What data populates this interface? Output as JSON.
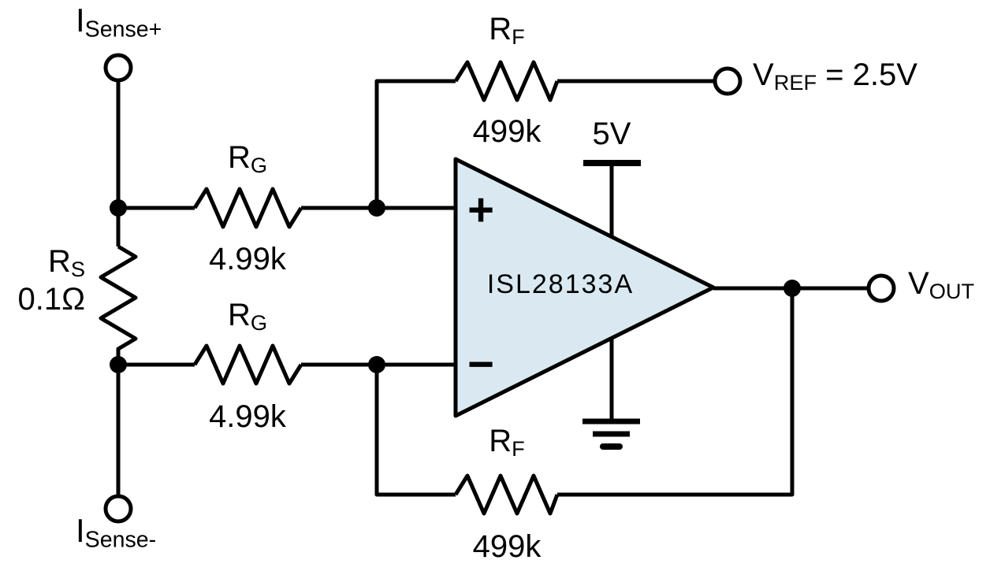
{
  "colors": {
    "background": "#ffffff",
    "line": "#000000",
    "opamp_fill": "#dae9f1",
    "text": "#000000"
  },
  "terminals": {
    "isense_plus": {
      "main": "I",
      "sub": "Sense+"
    },
    "isense_minus": {
      "main": "I",
      "sub": "Sense-"
    },
    "vref": {
      "main": "V",
      "sub": "REF",
      "equals": " = 2.5V"
    },
    "vout": {
      "main": "V",
      "sub": "OUT"
    }
  },
  "components": {
    "rs": {
      "name": "R",
      "sub": "S",
      "value": "0.1Ω"
    },
    "rg_top": {
      "name": "R",
      "sub": "G",
      "value": "4.99k"
    },
    "rg_bottom": {
      "name": "R",
      "sub": "G",
      "value": "4.99k"
    },
    "rf_top": {
      "name": "R",
      "sub": "F",
      "value": "499k"
    },
    "rf_bottom": {
      "name": "R",
      "sub": "F",
      "value": "499k"
    },
    "opamp": {
      "part": "ISL28133A",
      "plus_input": "+",
      "minus_input": "−"
    },
    "supply": {
      "label": "5V"
    }
  }
}
